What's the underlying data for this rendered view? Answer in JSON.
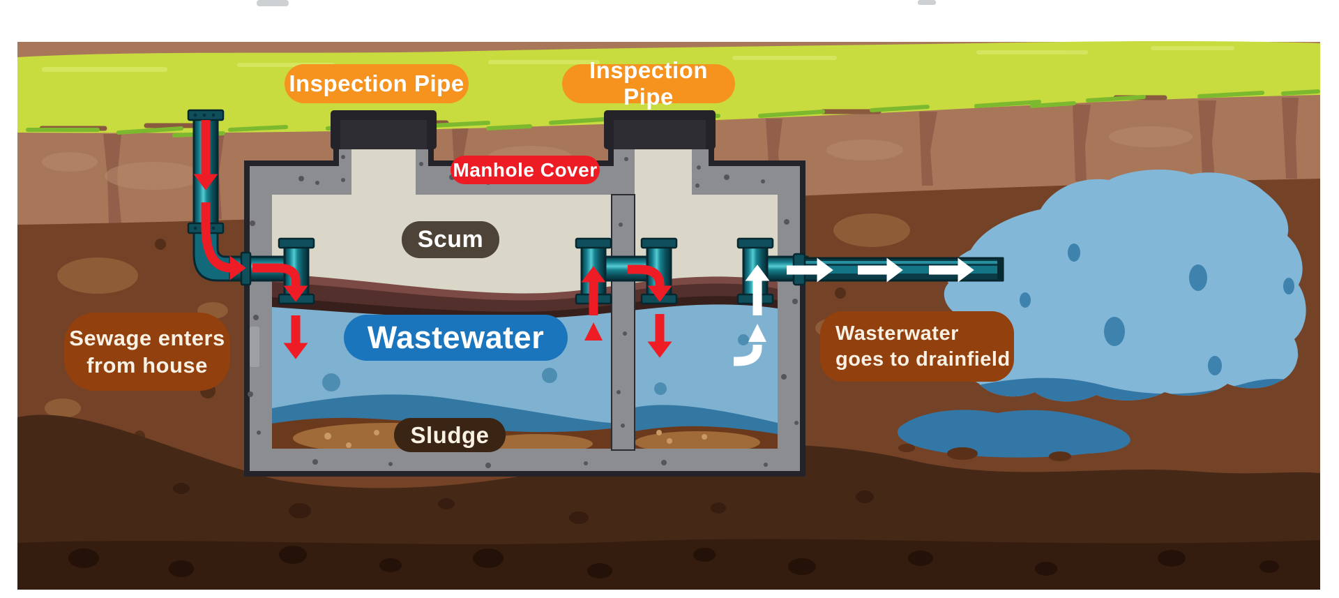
{
  "diagram_labels": {
    "inspection_pipe_left": "Inspection Pipe",
    "inspection_pipe_right": "Inspection Pipe",
    "manhole_cover": "Manhole Cover",
    "scum": "Scum",
    "wastewater": "Wastewater",
    "sludge": "Sludge",
    "sewage_inlet": {
      "line1": "Sewage enters",
      "line2": "from house"
    },
    "drainfield_outlet": {
      "line1": "Wasterwater",
      "line2": "goes to drainfield"
    }
  },
  "colors": {
    "badge_orange": "#f6921e",
    "badge_red": "#ed1c24",
    "badge_blue": "#1b75bc",
    "badge_scum": "#4d4337",
    "badge_sludge": "#3a2414",
    "badge_brick": "#93400f",
    "grass": "#c8db3f",
    "grass_blade": "#7cb92f",
    "soil_upper": "#a8775a",
    "soil_mid": "#744226",
    "soil_dark": "#462816",
    "soil_bottom": "#341c0f",
    "tank_gray": "#8c8d91",
    "tank_outline": "#232329",
    "tank_interior": "#dad7c9",
    "scum_layer": "#53302c",
    "water": "#7fb1d0",
    "water_dark": "#3377a3",
    "sludge_layer": "#6b3a1d",
    "pipe_teal": "#15808f",
    "arrow_red": "#ee1c25",
    "arrow_white": "#ffffff",
    "drainfield_blue": "#82b7d8"
  }
}
